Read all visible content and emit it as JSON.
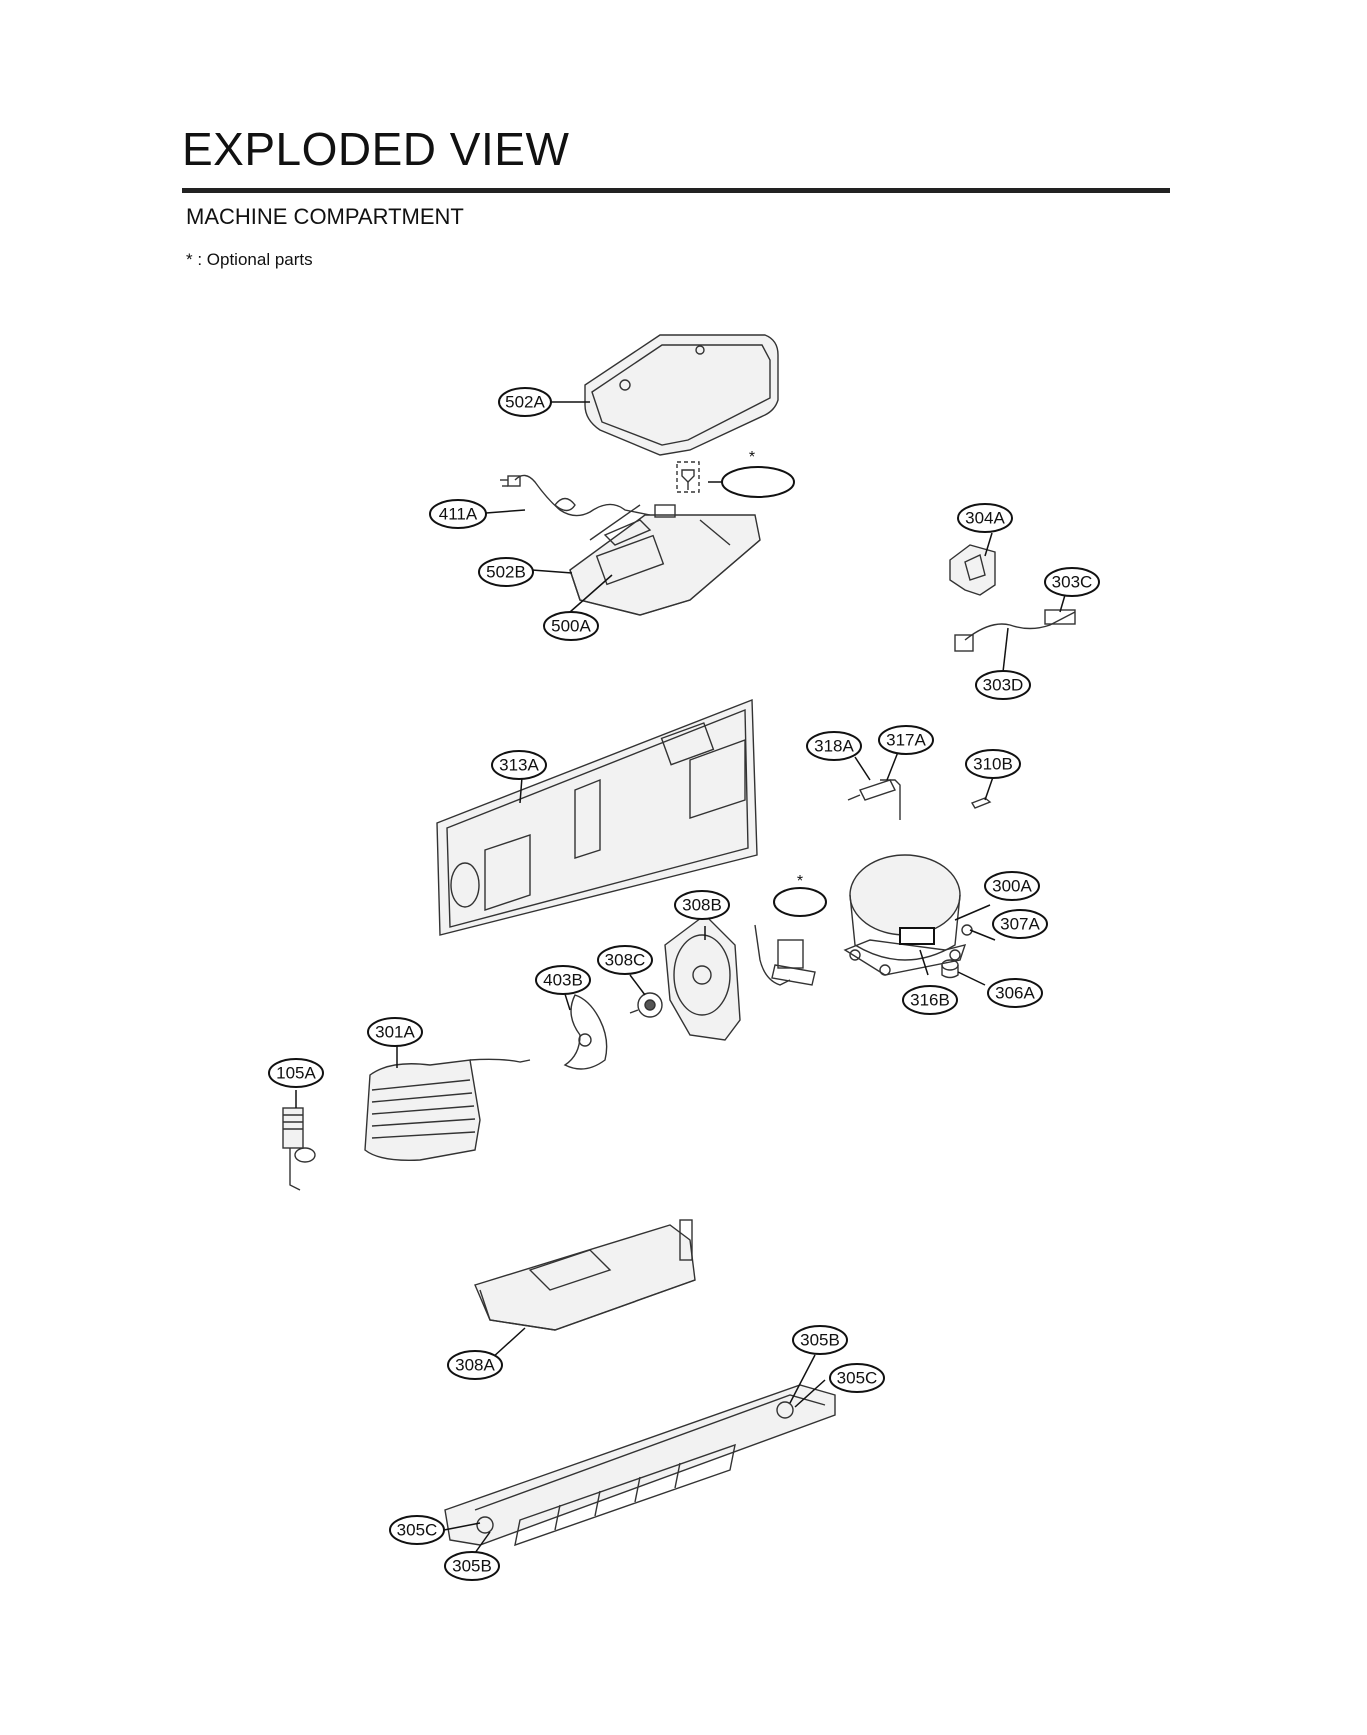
{
  "header": {
    "title": "EXPLODED VIEW",
    "subtitle": "MACHINE COMPARTMENT",
    "note": "* : Optional parts"
  },
  "callouts": {
    "c502A": "502A",
    "c411A": "411A",
    "c502B": "502B",
    "c500A": "500A",
    "c304A": "304A",
    "c303C": "303C",
    "c303D": "303D",
    "c313A": "313A",
    "c318A": "318A",
    "c317A": "317A",
    "c310B": "310B",
    "c300A": "300A",
    "c307A": "307A",
    "c308B": "308B",
    "c308C": "308C",
    "c403B": "403B",
    "c316B": "316B",
    "c306A": "306A",
    "c301A": "301A",
    "c105A": "105A",
    "c308A": "308A",
    "c305B_top": "305B",
    "c305C_top": "305C",
    "c305C_bottom": "305C",
    "c305B_bottom": "305B"
  },
  "optional_marker": "*"
}
